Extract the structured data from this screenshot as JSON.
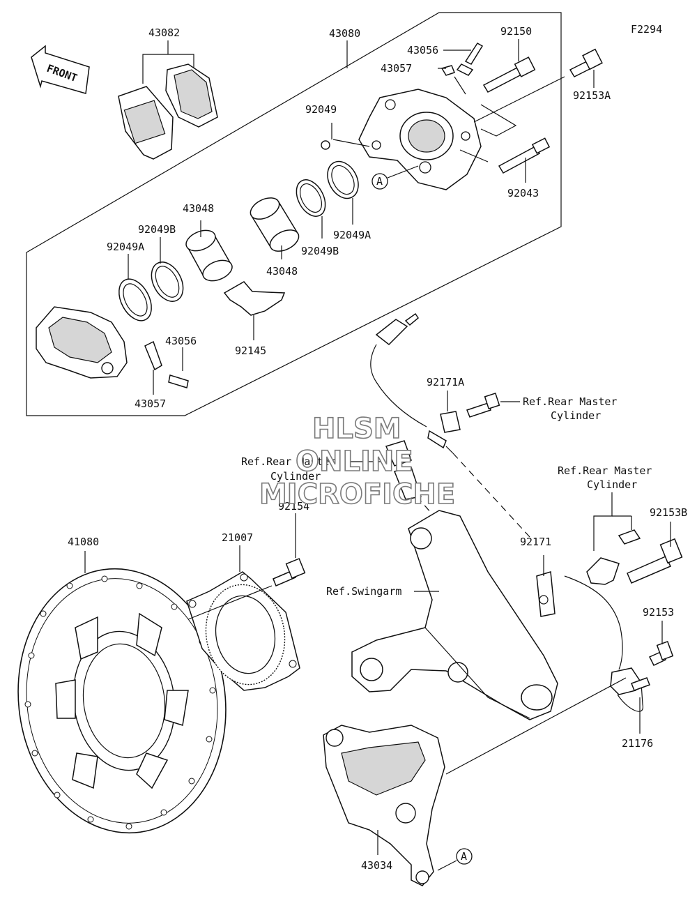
{
  "figure_code": "F2294",
  "front_label": "FRONT",
  "watermark": [
    "HLSM",
    "ONLINE",
    "MICROFICHE"
  ],
  "ref_marker": "A",
  "parts": {
    "p43082": "43082",
    "p43080": "43080",
    "p43056_top": "43056",
    "p43057_top": "43057",
    "p92150": "92150",
    "p92153A": "92153A",
    "p92049": "92049",
    "p92043": "92043",
    "p92049A_right": "92049A",
    "p92049B_right": "92049B",
    "p43048_right": "43048",
    "p43048_left": "43048",
    "p92049B_left": "92049B",
    "p92049A_left": "92049A",
    "p92145": "92145",
    "p43056_low": "43056",
    "p43057_low": "43057",
    "p92171A": "92171A",
    "p92154": "92154",
    "p41080": "41080",
    "p21007": "21007",
    "p92171": "92171",
    "p92153B": "92153B",
    "p92153": "92153",
    "p21176": "21176",
    "p43034": "43034"
  },
  "refs": {
    "master1_line1": "Ref.Rear Master",
    "master1_line2": "Cylinder",
    "master2_line1": "Ref.Rear Master",
    "master2_line2": "Cylinder",
    "master3_line1": "Ref.Rear Master",
    "master3_line2": "Cylinder",
    "swingarm": "Ref.Swingarm"
  }
}
